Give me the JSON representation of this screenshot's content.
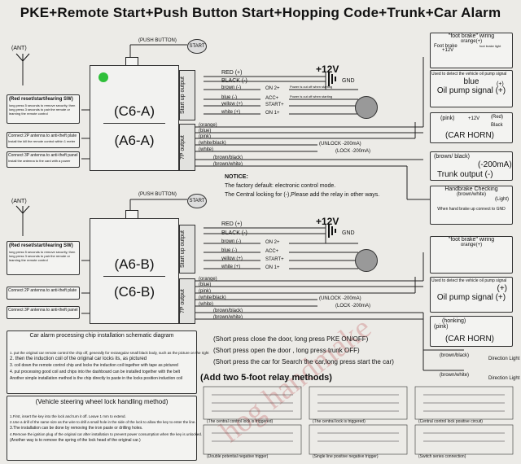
{
  "title": "PKE+Remote Start+Push Button Start+Hopping Code+Trunk+Car Alarm",
  "unit_a": {
    "ant": "(ANT)",
    "push_button": "(PUSH BUTTON)",
    "start": "START",
    "mod_top": "(C6-A)",
    "mod_bot": "(A6-A)",
    "startup_tab": "Start up output",
    "p7_tab": "7P output",
    "reset_label": "(Red reset/start/learing SW)",
    "reset_desc": "long press 5 seconds to remove security, then long press 3 seconds to pair the remote or learning the remote control",
    "connect_kill": "Connect 2P antenna to anti-theft plate",
    "connect_kill_desc": "Install the kill the remote control within 1 meter",
    "connect_ant": "Connect 3P antenna to anti-theft panel",
    "connect_ant_desc": "Install the antenna to the card with a power",
    "wires": [
      "RED (+)",
      "BLACK (-)",
      "brown (-)",
      "blue (-)",
      "yellow (+)",
      "white (+)"
    ],
    "ign": [
      "ON 2+",
      "ACC+",
      "START+",
      "ON 1+"
    ],
    "p7": [
      "(orange)",
      "(blue)",
      "(pink)",
      "(white/black)",
      "(white)",
      "(brown/black)",
      "(brown/white)"
    ],
    "volt": "+12V",
    "gnd": "GND",
    "unlock": "(UNLOCK -200mA)",
    "lock": "(LOCK -200mA)",
    "power_note1": "Power is cut off when starting",
    "power_note2": "Power is cut off when starting"
  },
  "unit_b": {
    "ant": "(ANT)",
    "push_button": "(PUSH BUTTON)",
    "start": "START",
    "mod_top": "(A6-B)",
    "mod_bot": "(C6-B)",
    "startup_tab": "Start up output",
    "p7_tab": "7P output",
    "reset_label": "(Red reset/start/learing SW)",
    "reset_desc": "long press 5 seconds to remove security, then long press 3 seconds to pair the remote or learning the remote control",
    "connect_kill": "Connect 2P antenna to anti-theft plate",
    "connect_ant": "Connect 3P antenna to anti-theft panel",
    "wires": [
      "RED (+)",
      "BLACK (-)",
      "brown (-)",
      "blue (-)",
      "yellow (+)",
      "white (+)"
    ],
    "ign": [
      "ON 2+",
      "ACC+",
      "START+",
      "ON 1+"
    ],
    "p7": [
      "(orange)",
      "(blue)",
      "(pink)",
      "(white/black)",
      "(white)",
      "(brown/black)",
      "(brown/white)"
    ],
    "volt": "+12V",
    "gnd": "GND",
    "unlock": "(UNLOCK -200mA)",
    "lock": "(LOCK -200mA)"
  },
  "right": {
    "foot_brake_title": "\"foot brake\" wiring",
    "foot_brake_orange": "orange(+)",
    "foot_brake": "Foot brake",
    "foot_brake_light": "foot brake light",
    "plus12v": "+12V",
    "oil_desc": "Used to detect the vehicle oil pump signal",
    "oil_wire": "blue",
    "oil_plus": "(+)",
    "oil_label": "Oil pump signal (+)",
    "horn_wire": "(pink)",
    "horn_12": "+12V",
    "horn_red": "(Red)",
    "horn_black": "Black",
    "car_horn": "(CAR HORN)",
    "trunk_wire": "(brown/ black)",
    "trunk_ma": "(-200mA)",
    "trunk_label": "Trunk  output (-)",
    "handbrake_title": "Handbrake Checking",
    "handbrake_wire": "(brown/white)",
    "handbrake_light": "(Light)",
    "handbrake_desc": "When hand brake up connect to GND",
    "foot_brake_title_b": "\"foot brake\" wiring",
    "foot_brake_orange_b": "orange(+)",
    "oil_desc_b": "Used to detect the vehicle oil pump signal",
    "oil_plus_b": "(+)",
    "oil_label_b": "Oil pump signal (+)",
    "horn_wire_b": "(honking)",
    "horn_pink_b": "(pink)",
    "car_horn_b": "(CAR HORN)",
    "brown_black_b": "(brown/black)",
    "brown_white_b": "(brown/white)",
    "direction_light": "Direction Light",
    "direction_light2": "Direction Light"
  },
  "notice": {
    "head": "NOTICE:",
    "line1": "The factory default: electronic control mode.",
    "line2": "The Central locking for (-),Please add the relay in other ways."
  },
  "instructions": [
    "(Short press close the door, long press PKE ON/OFF)",
    "(Short press open the door , long press trunk OFF)",
    "(Short press the car for Search the car,long press start the car)"
  ],
  "relay_title": "(Add two 5-foot relay methods)",
  "relay_captions": [
    "(The central control lock is triggered)",
    "(The central lock is triggered)",
    "(Central control lock positive circuit)",
    "(Double potential negative trigger)",
    "(Single line positive negative trigger)",
    "(Switch series connection)"
  ],
  "chip_box": {
    "title": "Car alarm processing chip installation schematic diagram",
    "lines": [
      "1. put the original car remote control the chip off, generally for rectangular small black body, such as the picture on the right",
      "2. then the induction coil of the original car locks its, as pictured",
      "3. coil down the remote control chip and locks the induction coil together with tape as pictured",
      "4. put processing good coil and chips into the dashboard can be installed together with the belt",
      "Another simple installation method is the chip directly to paste in the locks position induction coil"
    ]
  },
  "steering_box": {
    "title": "(Vehicle steering wheel lock handling method)",
    "lines": [
      "1.First, insert the key into the lock and turn it off. Leave 1 mm to extend.",
      "2.Use a drill of the same size as the wire to drill a small hole in the side of the lock to allow the key to enter the line.",
      "3.The installation can be done by removing the iron paste or drilling holes.",
      "4.Remove the ignition plug of the original car after installation to prevent power consumption when the key is unlocked.",
      "(Another way is to remove the spring of the lock head of the original car.)"
    ]
  },
  "watermark": "hog handmake",
  "colors": {
    "accent_green": "#2fbf3a",
    "line": "#222222",
    "watermark": "#d9a3a3"
  }
}
